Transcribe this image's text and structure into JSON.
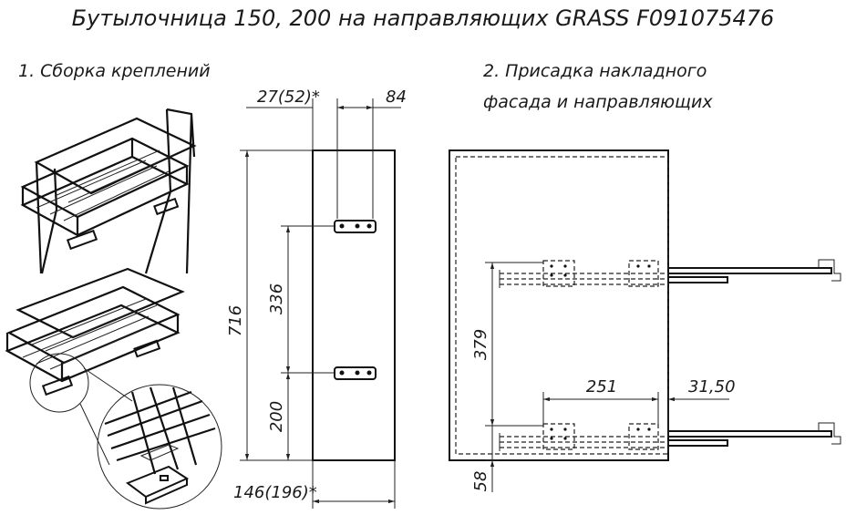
{
  "title": "Бутылочница 150, 200 на направляющих GRASS F091075476",
  "sections": {
    "assembly": "1. Сборка креплений",
    "drilling_line1": "2. Присадка накладного",
    "drilling_line2": "фасада и направляющих"
  },
  "dimensions": {
    "top_offset": "27(52)*",
    "bracket_spacing": "84",
    "height": "716",
    "bracket_gap": "336",
    "lower_bracket": "200",
    "width": "146(196)*",
    "rail_spacing": "379",
    "rail_length": "251",
    "rail_offset": "31,50",
    "bottom_offset": "58"
  },
  "colors": {
    "line": "#111111",
    "background": "#ffffff"
  }
}
